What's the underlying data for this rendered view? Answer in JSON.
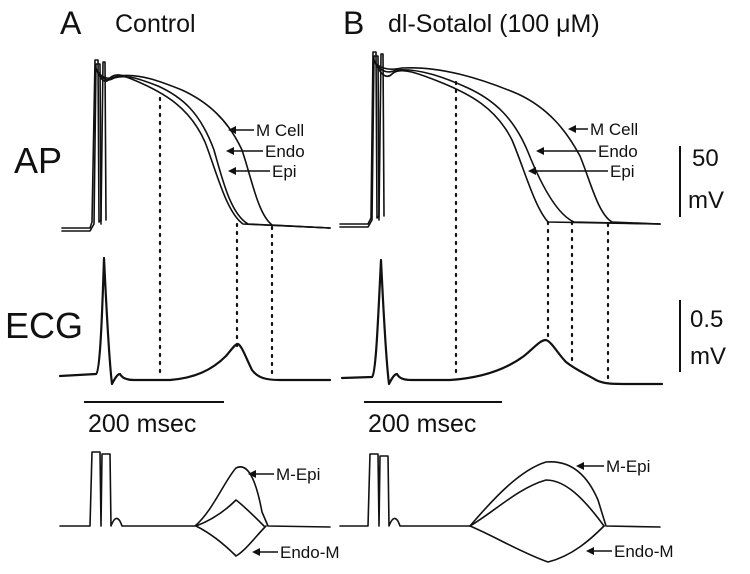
{
  "panels": {
    "a": {
      "letter": "A",
      "title": "Control"
    },
    "b": {
      "letter": "B",
      "title": "dl-Sotalol (100 μM)"
    }
  },
  "rows": {
    "ap": "AP",
    "ecg": "ECG"
  },
  "traces": {
    "m_cell": "M Cell",
    "endo": "Endo",
    "epi": "Epi"
  },
  "differences": {
    "m_epi": "M-Epi",
    "endo_m": "Endo-M"
  },
  "scale_bars": {
    "ap": {
      "value": "50",
      "unit": "mV"
    },
    "ecg": {
      "value": "0.5",
      "unit": "mV"
    },
    "time": {
      "label": "200 msec"
    }
  }
}
